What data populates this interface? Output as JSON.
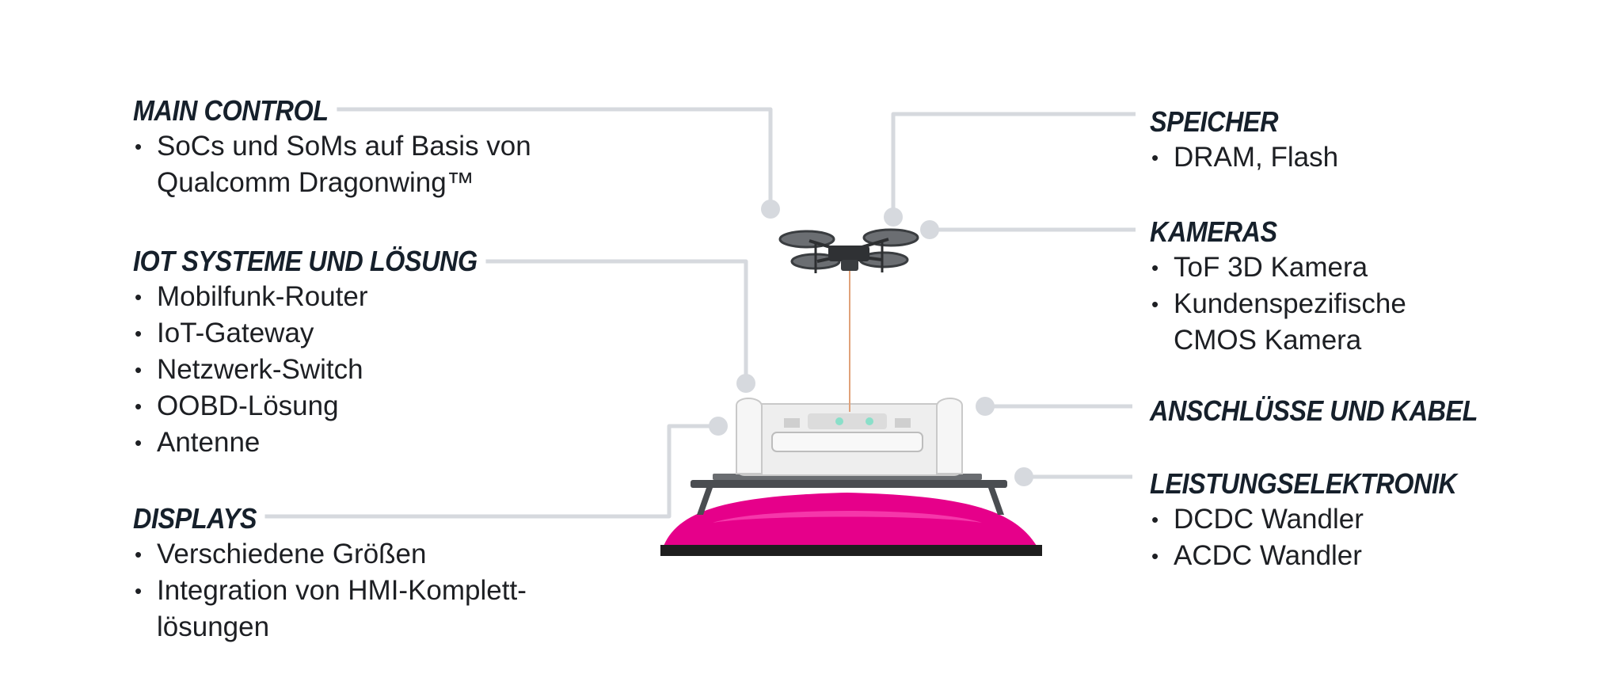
{
  "colors": {
    "heading": "#16202b",
    "text": "#1d1f23",
    "connector": "#d6d9de",
    "car_roof": "#e6008a",
    "drone_gray": "#3a3d40",
    "housing_white": "#f2f2f2"
  },
  "illustration": {
    "subject": "drone-docking-station-on-car-roof",
    "icons": [
      "drone-icon",
      "docking-station-icon",
      "roof-rack-icon",
      "car-roof-icon"
    ]
  },
  "sections": {
    "main_control": {
      "heading": "MAIN CONTROL",
      "items": [
        "SoCs und SoMs auf Basis von",
        "Qualcomm Dragonwing™"
      ]
    },
    "iot": {
      "heading": "IOT SYSTEME UND LÖSUNG",
      "items": [
        "Mobilfunk-Router",
        "IoT-Gateway",
        "Netzwerk-Switch",
        "OOBD-Lösung",
        "Antenne"
      ]
    },
    "displays": {
      "heading": "DISPLAYS",
      "items": [
        "Verschiedene Größen",
        "Integration von HMI-Komplett-",
        "lösungen"
      ]
    },
    "speicher": {
      "heading": "SPEICHER",
      "items": [
        "DRAM, Flash"
      ]
    },
    "kameras": {
      "heading": "KAMERAS",
      "items": [
        "ToF 3D Kamera",
        "Kundenspezifische",
        "CMOS Kamera"
      ]
    },
    "anschluesse": {
      "heading": "ANSCHLÜSSE UND KABEL"
    },
    "leistung": {
      "heading": "LEISTUNGSELEKTRONIK",
      "items": [
        "DCDC Wandler",
        "ACDC Wandler"
      ]
    }
  }
}
